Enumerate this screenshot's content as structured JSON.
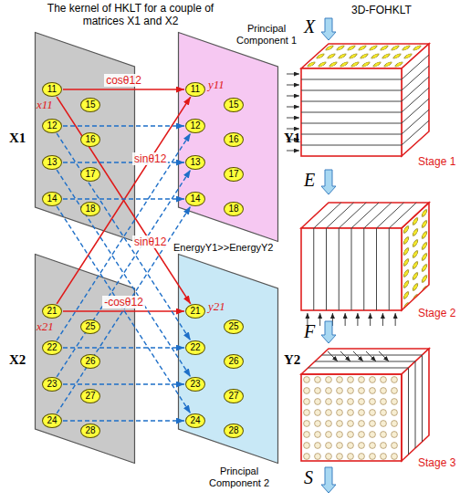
{
  "diagram": {
    "title": "The kernel of HKLT for a couple of matrices X1 and X2",
    "nodes": [
      {
        "text": [
          "X1"
        ]
      },
      {
        "text": [
          "11"
        ],
        "in": 0
      },
      {
        "text": [
          "12"
        ],
        "in": 0
      },
      {
        "text": [
          "13"
        ],
        "in": 0
      },
      {
        "text": [
          "14"
        ],
        "in": 0
      },
      {
        "text": [
          "15"
        ],
        "in": 0
      },
      {
        "text": [
          "16"
        ],
        "in": 0
      },
      {
        "text": [
          "17"
        ],
        "in": 0
      },
      {
        "text": [
          "18"
        ],
        "in": 0
      },
      {
        "text": [
          "Y1",
          "Principal Component 1"
        ]
      },
      {
        "text": [
          "11"
        ],
        "in": 9
      },
      {
        "text": [
          "12"
        ],
        "in": 9
      },
      {
        "text": [
          "13"
        ],
        "in": 9
      },
      {
        "text": [
          "14"
        ],
        "in": 9
      },
      {
        "text": [
          "15"
        ],
        "in": 9
      },
      {
        "text": [
          "16"
        ],
        "in": 9
      },
      {
        "text": [
          "17"
        ],
        "in": 9
      },
      {
        "text": [
          "18"
        ],
        "in": 9
      },
      {
        "text": [
          "X2"
        ]
      },
      {
        "text": [
          "21"
        ],
        "in": 18
      },
      {
        "text": [
          "22"
        ],
        "in": 18
      },
      {
        "text": [
          "23"
        ],
        "in": 18
      },
      {
        "text": [
          "24"
        ],
        "in": 18
      },
      {
        "text": [
          "25"
        ],
        "in": 18
      },
      {
        "text": [
          "26"
        ],
        "in": 18
      },
      {
        "text": [
          "27"
        ],
        "in": 18
      },
      {
        "text": [
          "28"
        ],
        "in": 18
      },
      {
        "text": [
          "Y2",
          "Principal Component 2"
        ]
      },
      {
        "text": [
          "21"
        ],
        "in": 27
      },
      {
        "text": [
          "22"
        ],
        "in": 27
      },
      {
        "text": [
          "23"
        ],
        "in": 27
      },
      {
        "text": [
          "24"
        ],
        "in": 27
      },
      {
        "text": [
          "25"
        ],
        "in": 27
      },
      {
        "text": [
          "26"
        ],
        "in": 27
      },
      {
        "text": [
          "27"
        ],
        "in": 27
      },
      {
        "text": [
          "28"
        ],
        "in": 27
      }
    ],
    "edges": [
      {
        "from": 1,
        "to": 10,
        "arrow": "to",
        "label": "cosθ12"
      },
      {
        "from": 1,
        "to": 28,
        "arrow": "to",
        "label": "sinθ12"
      },
      {
        "from": 19,
        "to": 10,
        "arrow": "to",
        "label": "sinθ12"
      },
      {
        "from": 19,
        "to": 28,
        "arrow": "to",
        "label": "-cosθ12"
      },
      {
        "from": 2,
        "to": 11,
        "arrow": "to"
      },
      {
        "from": 3,
        "to": 12,
        "arrow": "to"
      },
      {
        "from": 4,
        "to": 13,
        "arrow": "to"
      },
      {
        "from": 2,
        "to": 29,
        "arrow": "to"
      },
      {
        "from": 3,
        "to": 30,
        "arrow": "to"
      },
      {
        "from": 4,
        "to": 31,
        "arrow": "to"
      },
      {
        "from": 20,
        "to": 11,
        "arrow": "to"
      },
      {
        "from": 21,
        "to": 12,
        "arrow": "to"
      },
      {
        "from": 22,
        "to": 13,
        "arrow": "to"
      },
      {
        "from": 20,
        "to": 29,
        "arrow": "to"
      },
      {
        "from": 21,
        "to": 30,
        "arrow": "to"
      },
      {
        "from": 22,
        "to": 31,
        "arrow": "to"
      }
    ],
    "labels": [
      "x11",
      "y11",
      "x21",
      "y21",
      "EnergyY1>>EnergyY2",
      "3D-FOHKLT",
      "X",
      "Stage 1",
      "E",
      "Stage 2",
      "F",
      "Stage 3",
      "S"
    ]
  }
}
